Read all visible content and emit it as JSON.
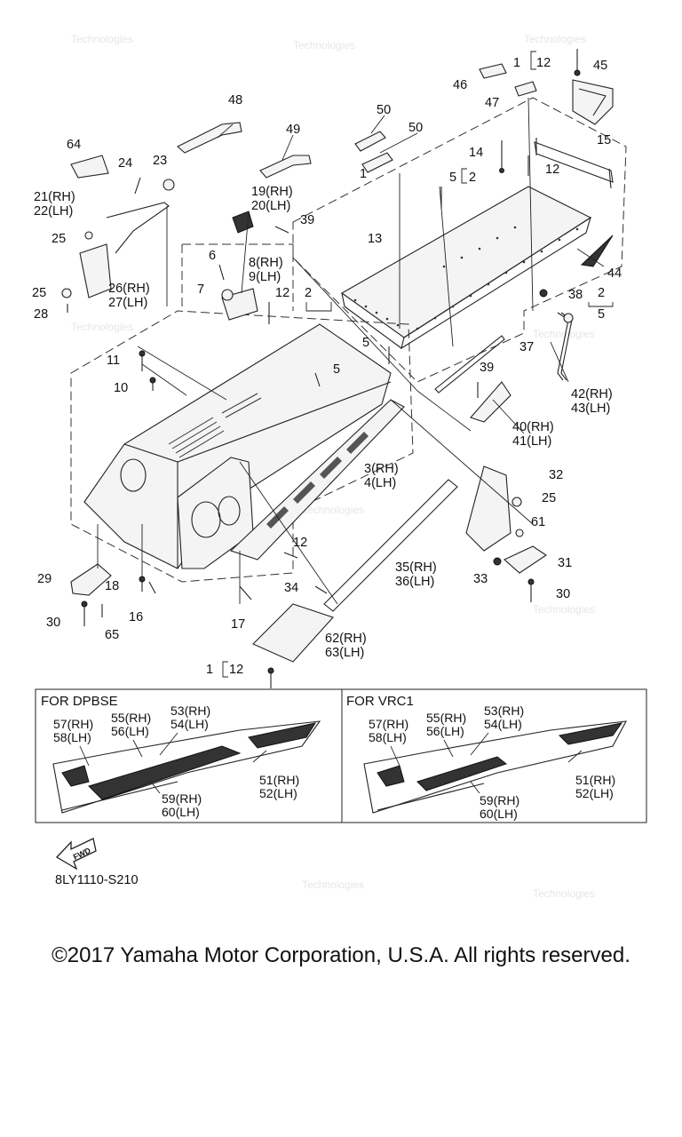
{
  "diagram_code": "8LY1110-S210",
  "fwd_label": "FWD",
  "copyright": "©2017 Yamaha Motor Corporation, U.S.A. All rights reserved.",
  "boxes": {
    "left_title": "FOR DPBSE",
    "right_title": "FOR VRC1"
  },
  "labels": {
    "l1a": "1",
    "l1b": "1",
    "l1c": "1",
    "l2a": "2",
    "l2b": "2",
    "l2c": "2",
    "l3": "3(RH)",
    "l4": "4(LH)",
    "l5a": "5",
    "l5b": "5",
    "l5c": "5",
    "l5d": "5",
    "l6": "6",
    "l7": "7",
    "l8": "8(RH)",
    "l9": "9(LH)",
    "l10": "10",
    "l11": "11",
    "l12a": "12",
    "l12b": "12",
    "l12c": "12",
    "l12d": "12",
    "l12e": "12",
    "l13": "13",
    "l14": "14",
    "l15": "15",
    "l16": "16",
    "l17": "17",
    "l18": "18",
    "l19": "19(RH)",
    "l20": "20(LH)",
    "l21": "21(RH)",
    "l22": "22(LH)",
    "l23": "23",
    "l24": "24",
    "l25a": "25",
    "l25b": "25",
    "l25c": "25",
    "l26": "26(RH)",
    "l27": "27(LH)",
    "l28": "28",
    "l29": "29",
    "l30a": "30",
    "l30b": "30",
    "l31": "31",
    "l32": "32",
    "l33": "33",
    "l34": "34",
    "l35": "35(RH)",
    "l36": "36(LH)",
    "l37": "37",
    "l38": "38",
    "l39a": "39",
    "l39b": "39",
    "l40": "40(RH)",
    "l41": "41(LH)",
    "l42": "42(RH)",
    "l43": "43(LH)",
    "l44": "44",
    "l45": "45",
    "l46": "46",
    "l47": "47",
    "l48": "48",
    "l49": "49",
    "l50a": "50",
    "l50b": "50",
    "l61": "61",
    "l62": "62(RH)",
    "l63": "63(LH)",
    "l64": "64",
    "l65": "65",
    "b51a": "51(RH)",
    "b52a": "52(LH)",
    "b53a": "53(RH)",
    "b54a": "54(LH)",
    "b55a": "55(RH)",
    "b56a": "56(LH)",
    "b57a": "57(RH)",
    "b58a": "58(LH)",
    "b59a": "59(RH)",
    "b60a": "60(LH)",
    "b51b": "51(RH)",
    "b52b": "52(LH)",
    "b53b": "53(RH)",
    "b54b": "54(LH)",
    "b55b": "55(RH)",
    "b56b": "56(LH)",
    "b57b": "57(RH)",
    "b58b": "58(LH)",
    "b59b": "59(RH)",
    "b60b": "60(LH)"
  }
}
